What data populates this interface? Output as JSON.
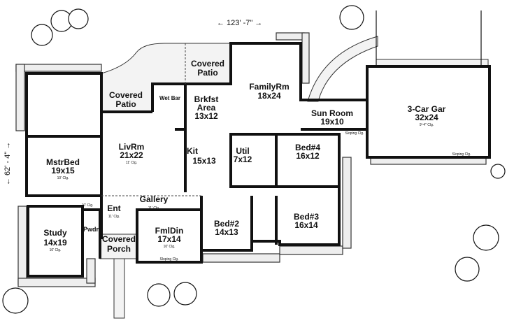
{
  "dimensions": {
    "width": "← 123' -7\" →",
    "depth": "← 62' - 4\" →"
  },
  "rooms": {
    "covered_patio_top": {
      "name1": "Covered",
      "name2": "Patio"
    },
    "covered_patio_left": {
      "name1": "Covered",
      "name2": "Patio"
    },
    "wet_bar": {
      "name": "Wet Bar"
    },
    "family": {
      "name": "FamilyRm",
      "size": "18x24"
    },
    "brkfst": {
      "name1": "Brkfst",
      "name2": "Area",
      "size": "13x12"
    },
    "sun": {
      "name": "Sun Room",
      "size": "19x10",
      "ceiling": "Sloping Clg."
    },
    "garage": {
      "name": "3-Car Gar",
      "size": "32x24",
      "ceiling": "9'-4\" Clg.",
      "ceiling2": "Sloping Clg."
    },
    "liv": {
      "name": "LivRm",
      "size": "21x22",
      "ceiling": "11' Clg."
    },
    "kit": {
      "name": "Kit",
      "size": "15x13"
    },
    "util": {
      "name": "Util",
      "size": "7x12"
    },
    "bed4": {
      "name": "Bed#4",
      "size": "16x12"
    },
    "mstr": {
      "name": "MstrBed",
      "size": "19x15",
      "ceiling": "10' Clg."
    },
    "hall_clg": {
      "ceiling": "10' Clg."
    },
    "gallery": {
      "name": "Gallery",
      "ceiling": "11' Clg."
    },
    "ent": {
      "name": "Ent",
      "ceiling": "11' Clg."
    },
    "pwdr": {
      "name": "Pwdr"
    },
    "porch": {
      "name1": "Covered",
      "name2": "Porch"
    },
    "fmldin": {
      "name": "FmlDin",
      "size": "17x14",
      "ceiling": "10' Clg.",
      "ceiling2": "Sloping Clg."
    },
    "bed2": {
      "name": "Bed#2",
      "size": "14x13"
    },
    "bed3": {
      "name": "Bed#3",
      "size": "16x14"
    },
    "study": {
      "name": "Study",
      "size": "14x19",
      "ceiling": "10' Clg."
    }
  }
}
